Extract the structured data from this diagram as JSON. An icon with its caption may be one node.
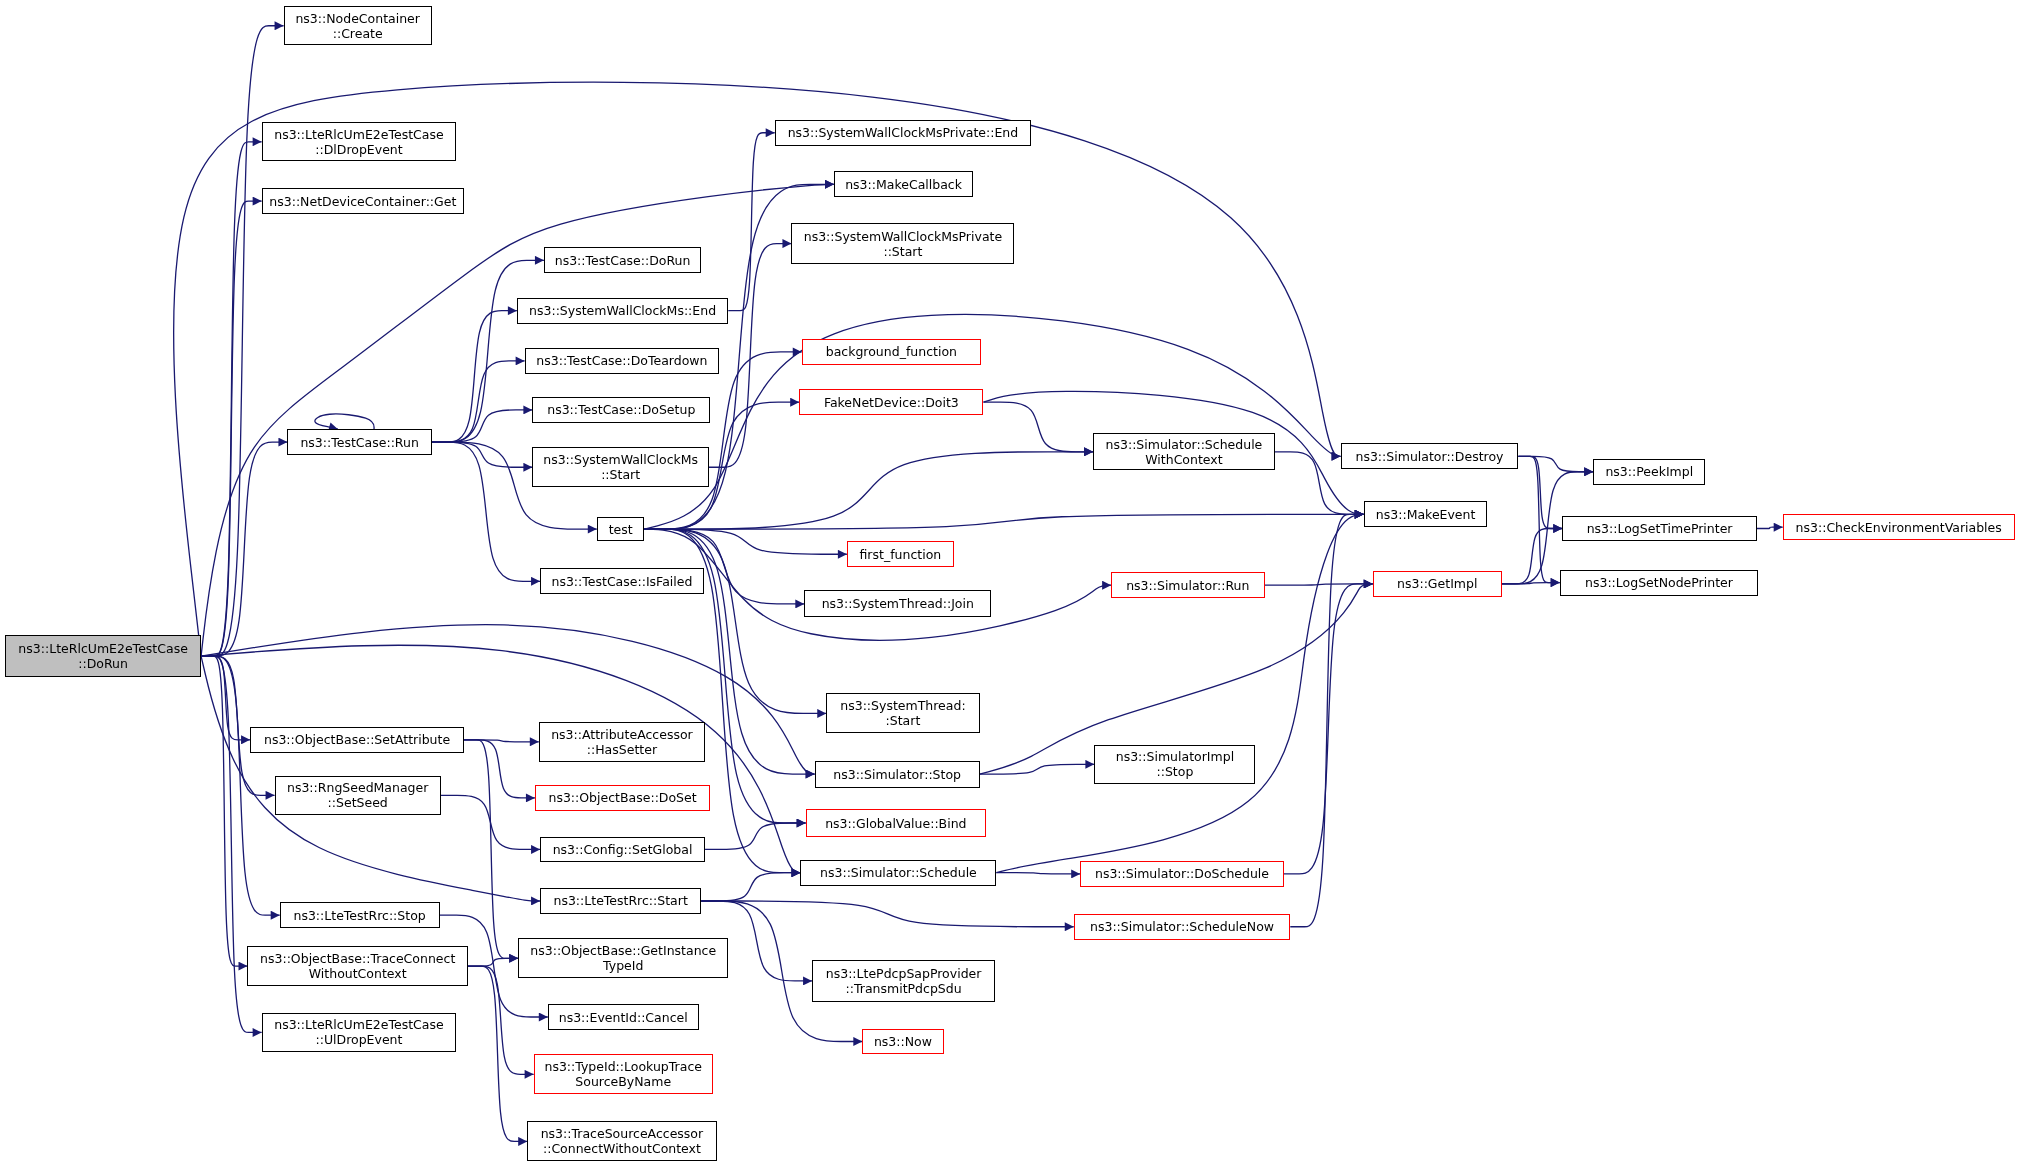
{
  "diagram": {
    "nodes": [
      {
        "text": [
          "ns3::LteRlcUmE2eTestCase ::DoRun"
        ]
      },
      {
        "text": [
          "ns3::NodeContainer ::Create"
        ]
      },
      {
        "text": [
          "ns3::LteRlcUmE2eTestCase ::DlDropEvent"
        ]
      },
      {
        "text": [
          "ns3::NetDeviceContainer::Get"
        ]
      },
      {
        "text": [
          "ns3::TestCase::Run"
        ]
      },
      {
        "text": [
          "ns3::ObjectBase::SetAttribute"
        ]
      },
      {
        "text": [
          "ns3::RngSeedManager ::SetSeed"
        ]
      },
      {
        "text": [
          "ns3::LteTestRrc::Stop"
        ]
      },
      {
        "text": [
          "ns3::ObjectBase::TraceConnect WithoutContext"
        ]
      },
      {
        "text": [
          "ns3::LteRlcUmE2eTestCase ::UlDropEvent"
        ]
      },
      {
        "text": [
          "ns3::TestCase::DoRun"
        ]
      },
      {
        "text": [
          "ns3::SystemWallClockMs::End"
        ]
      },
      {
        "text": [
          "ns3::TestCase::DoTeardown"
        ]
      },
      {
        "text": [
          "ns3::TestCase::DoSetup"
        ]
      },
      {
        "text": [
          "ns3::SystemWallClockMs ::Start"
        ]
      },
      {
        "text": [
          "test"
        ]
      },
      {
        "text": [
          "ns3::TestCase::IsFailed"
        ]
      },
      {
        "text": [
          "ns3::AttributeAccessor ::HasSetter"
        ]
      },
      {
        "text": [
          "ns3::ObjectBase::DoSet"
        ]
      },
      {
        "text": [
          "ns3::Config::SetGlobal"
        ]
      },
      {
        "text": [
          "ns3::LteTestRrc::Start"
        ]
      },
      {
        "text": [
          "ns3::ObjectBase::GetInstance TypeId"
        ]
      },
      {
        "text": [
          "ns3::EventId::Cancel"
        ]
      },
      {
        "text": [
          "ns3::TypeId::LookupTrace SourceByName"
        ]
      },
      {
        "text": [
          "ns3::TraceSourceAccessor ::ConnectWithoutContext"
        ]
      },
      {
        "text": [
          "ns3::SystemWallClockMsPrivate::End"
        ]
      },
      {
        "text": [
          "ns3::MakeCallback"
        ]
      },
      {
        "text": [
          "ns3::SystemWallClockMsPrivate ::Start"
        ]
      },
      {
        "text": [
          "background_function"
        ]
      },
      {
        "text": [
          "FakeNetDevice::Doit3"
        ]
      },
      {
        "text": [
          "first_function"
        ]
      },
      {
        "text": [
          "ns3::SystemThread::Join"
        ]
      },
      {
        "text": [
          "ns3::SystemThread: :Start"
        ]
      },
      {
        "text": [
          "ns3::Simulator::Stop"
        ]
      },
      {
        "text": [
          "ns3::GlobalValue::Bind"
        ]
      },
      {
        "text": [
          "ns3::Simulator::Schedule"
        ]
      },
      {
        "text": [
          "ns3::LtePdcpSapProvider ::TransmitPdcpSdu"
        ]
      },
      {
        "text": [
          "ns3::Now"
        ]
      },
      {
        "text": [
          "ns3::Simulator::Schedule WithContext"
        ]
      },
      {
        "text": [
          "ns3::Simulator::Destroy"
        ]
      },
      {
        "text": [
          "ns3::MakeEvent"
        ]
      },
      {
        "text": [
          "ns3::Simulator::Run"
        ]
      },
      {
        "text": [
          "ns3::GetImpl"
        ]
      },
      {
        "text": [
          "ns3::SimulatorImpl ::Stop"
        ]
      },
      {
        "text": [
          "ns3::Simulator::DoSchedule"
        ]
      },
      {
        "text": [
          "ns3::Simulator::ScheduleNow"
        ]
      },
      {
        "text": [
          "ns3::PeekImpl"
        ]
      },
      {
        "text": [
          "ns3::LogSetTimePrinter"
        ]
      },
      {
        "text": [
          "ns3::LogSetNodePrinter"
        ]
      },
      {
        "text": [
          "ns3::CheckEnvironmentVariables"
        ]
      }
    ],
    "edges": [
      {
        "from": 0,
        "to": 1,
        "arrow": "to"
      },
      {
        "from": 0,
        "to": 2,
        "arrow": "to"
      },
      {
        "from": 0,
        "to": 3,
        "arrow": "to"
      },
      {
        "from": 0,
        "to": 39,
        "arrow": "to"
      },
      {
        "from": 0,
        "to": 26,
        "arrow": "to"
      },
      {
        "from": 0,
        "to": 4,
        "arrow": "to"
      },
      {
        "from": 0,
        "to": 5,
        "arrow": "to"
      },
      {
        "from": 0,
        "to": 6,
        "arrow": "to"
      },
      {
        "from": 0,
        "to": 7,
        "arrow": "to"
      },
      {
        "from": 0,
        "to": 8,
        "arrow": "to"
      },
      {
        "from": 0,
        "to": 9,
        "arrow": "to"
      },
      {
        "from": 0,
        "to": 20,
        "arrow": "to"
      },
      {
        "from": 0,
        "to": 33,
        "arrow": "to"
      },
      {
        "from": 0,
        "to": 35,
        "arrow": "to"
      },
      {
        "from": 4,
        "to": 4,
        "arrow": "to"
      },
      {
        "from": 4,
        "to": 10,
        "arrow": "to"
      },
      {
        "from": 4,
        "to": 11,
        "arrow": "to"
      },
      {
        "from": 4,
        "to": 12,
        "arrow": "to"
      },
      {
        "from": 4,
        "to": 13,
        "arrow": "to"
      },
      {
        "from": 4,
        "to": 14,
        "arrow": "to"
      },
      {
        "from": 4,
        "to": 15,
        "arrow": "to"
      },
      {
        "from": 4,
        "to": 16,
        "arrow": "to"
      },
      {
        "from": 11,
        "to": 25,
        "arrow": "to"
      },
      {
        "from": 14,
        "to": 27,
        "arrow": "to"
      },
      {
        "from": 15,
        "to": 39,
        "arrow": "to"
      },
      {
        "from": 15,
        "to": 28,
        "arrow": "to"
      },
      {
        "from": 15,
        "to": 29,
        "arrow": "to"
      },
      {
        "from": 15,
        "to": 38,
        "arrow": "to"
      },
      {
        "from": 15,
        "to": 40,
        "arrow": "to"
      },
      {
        "from": 15,
        "to": 30,
        "arrow": "to"
      },
      {
        "from": 15,
        "to": 31,
        "arrow": "to"
      },
      {
        "from": 15,
        "to": 41,
        "arrow": "to"
      },
      {
        "from": 15,
        "to": 32,
        "arrow": "to"
      },
      {
        "from": 15,
        "to": 33,
        "arrow": "to"
      },
      {
        "from": 15,
        "to": 34,
        "arrow": "to"
      },
      {
        "from": 15,
        "to": 35,
        "arrow": "to"
      },
      {
        "from": 15,
        "to": 26,
        "arrow": "to"
      },
      {
        "from": 29,
        "to": 38,
        "arrow": "to"
      },
      {
        "from": 29,
        "to": 40,
        "arrow": "to"
      },
      {
        "from": 38,
        "to": 40,
        "arrow": "to"
      },
      {
        "from": 39,
        "to": 46,
        "arrow": "to"
      },
      {
        "from": 39,
        "to": 47,
        "arrow": "to"
      },
      {
        "from": 39,
        "to": 48,
        "arrow": "to"
      },
      {
        "from": 42,
        "to": 46,
        "arrow": "to"
      },
      {
        "from": 42,
        "to": 47,
        "arrow": "to"
      },
      {
        "from": 42,
        "to": 48,
        "arrow": "to"
      },
      {
        "from": 47,
        "to": 49,
        "arrow": "to"
      },
      {
        "from": 41,
        "to": 42,
        "arrow": "to"
      },
      {
        "from": 33,
        "to": 42,
        "arrow": "to"
      },
      {
        "from": 33,
        "to": 43,
        "arrow": "to"
      },
      {
        "from": 35,
        "to": 40,
        "arrow": "to"
      },
      {
        "from": 35,
        "to": 44,
        "arrow": "to"
      },
      {
        "from": 44,
        "to": 42,
        "arrow": "to"
      },
      {
        "from": 45,
        "to": 40,
        "arrow": "to"
      },
      {
        "from": 5,
        "to": 17,
        "arrow": "to"
      },
      {
        "from": 5,
        "to": 18,
        "arrow": "to"
      },
      {
        "from": 5,
        "to": 21,
        "arrow": "to"
      },
      {
        "from": 6,
        "to": 19,
        "arrow": "to"
      },
      {
        "from": 19,
        "to": 34,
        "arrow": "to"
      },
      {
        "from": 20,
        "to": 35,
        "arrow": "to"
      },
      {
        "from": 20,
        "to": 45,
        "arrow": "to"
      },
      {
        "from": 20,
        "to": 36,
        "arrow": "to"
      },
      {
        "from": 20,
        "to": 37,
        "arrow": "to"
      },
      {
        "from": 7,
        "to": 22,
        "arrow": "to"
      },
      {
        "from": 8,
        "to": 21,
        "arrow": "to"
      },
      {
        "from": 8,
        "to": 23,
        "arrow": "to"
      },
      {
        "from": 8,
        "to": 24,
        "arrow": "to"
      }
    ]
  }
}
